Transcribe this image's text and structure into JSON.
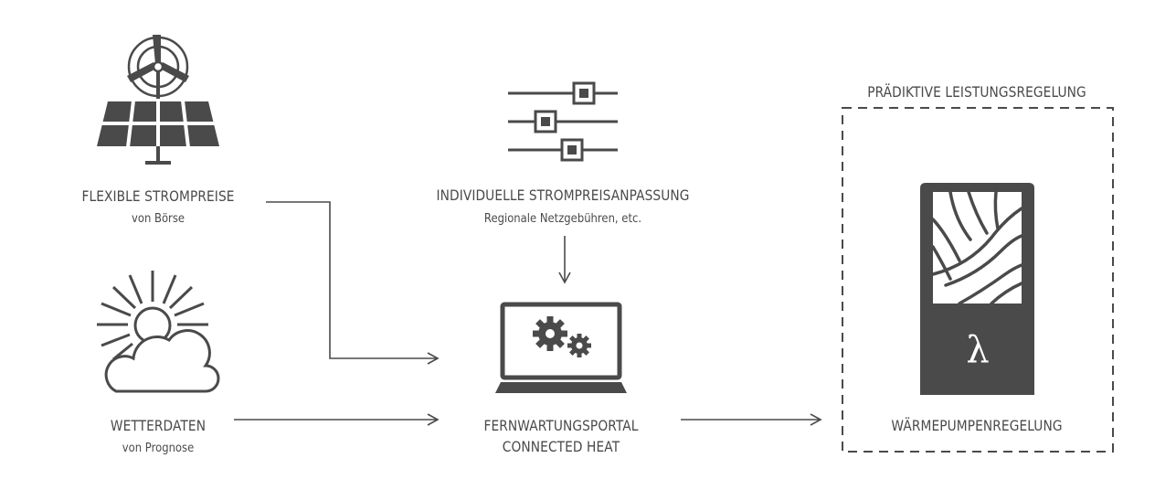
{
  "nodes": {
    "flexible": {
      "title": "FLEXIBLE STROMPREISE",
      "subtitle": "von Börse"
    },
    "weather": {
      "title": "WETTERDATEN",
      "subtitle": "von Prognose"
    },
    "individual": {
      "title": "INDIVIDUELLE STROMPREISANPASSUNG",
      "subtitle": "Regionale Netzgebühren, etc."
    },
    "portal": {
      "line1": "FERNWARTUNGSPORTAL",
      "line2": "CONNECTED HEAT"
    },
    "heatpump": {
      "label": "WÄRMEPUMPENREGELUNG",
      "symbol": "λ"
    }
  },
  "group": {
    "title": "PRÄDIKTIVE LEISTUNGSREGELUNG"
  },
  "icons": {
    "flexible": "wind-solar-icon",
    "weather": "sun-cloud-icon",
    "individual": "sliders-icon",
    "portal": "laptop-gears-icon",
    "heatpump": "heat-pump-icon"
  },
  "colors": {
    "icon": "#4a4a4a",
    "background": "#ffffff"
  }
}
